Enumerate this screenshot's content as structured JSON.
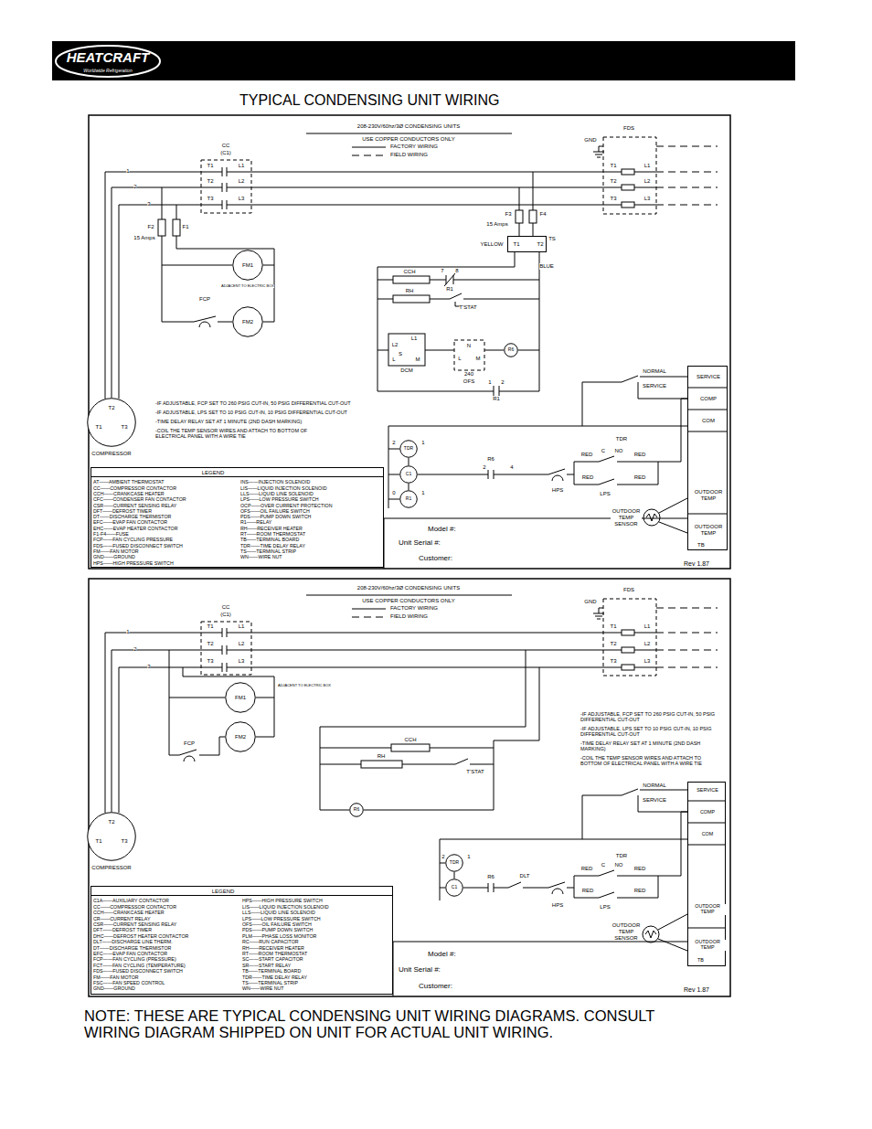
{
  "diagram": {
    "title": "TYPICAL CONDENSING UNIT WIRING",
    "caption": "NOTE: THESE ARE TYPICAL CONDENSING UNIT WIRING DIAGRAMS. CONSULT WIRING DIAGRAM SHIPPED ON UNIT FOR ACTUAL UNIT WIRING.",
    "nodes": [
      {
        "text": [
          "FM1"
        ]
      },
      {
        "text": [
          "FM2"
        ]
      },
      {
        "text": [
          "T1",
          "T2"
        ]
      },
      {
        "text": [
          "R6"
        ]
      },
      {
        "text": [
          "T2",
          "T1",
          "T3"
        ]
      },
      {
        "text": [
          "TDR"
        ]
      },
      {
        "text": [
          "C1"
        ]
      },
      {
        "text": [
          "R1"
        ]
      },
      {
        "text": [
          "SERVICE",
          "COMP",
          "COM",
          "OUTDOOR TEMP",
          "OUTDOOR TEMP",
          "TB"
        ]
      },
      {
        "text": [
          "LEGEND",
          "AT——AMBIENT THERMOSTAT",
          "CC——COMPRESSOR CONTACTOR",
          "CCH——CRANKCASE HEATER",
          "CFC——CONDENSER FAN CONTACTOR",
          "CSR——CURRENT SENSING RELAY",
          "DFT——DEFROST TIMER",
          "DT——DISCHARGE THERMISTOR",
          "EFC——EVAP FAN CONTACTOR",
          "EHC——EVAP HEATER CONTACTOR",
          "F1-F4——FUSE",
          "FCP——FAN CYCLING PRESSURE",
          "FDS——FUSED DISCONNECT SWITCH",
          "FM——FAN MOTOR",
          "GND——GROUND",
          "HPS——HIGH PRESSURE SWITCH",
          "INS——INJECTION SOLENOID",
          "LIS——LIQUID INJECTION SOLENOID",
          "LLS——LIQUID LINE SOLENOID",
          "LPS——LOW PRESSURE SWITCH",
          "OCP——OVER CURRENT PROTECTION",
          "OFS——OIL FAILURE SWITCH",
          "PDS——PUMP DOWN SWITCH",
          "R1——RELAY",
          "RH——RECEIVER HEATER",
          "RT——ROOM THERMOSTAT",
          "TB——TERMINAL BOARD",
          "TDR——TIME DELAY RELAY",
          "TS——TERMINAL STRIP",
          "WN——WIRE NUT"
        ]
      },
      {
        "text": [
          "FM1"
        ]
      },
      {
        "text": [
          "FM2"
        ]
      },
      {
        "text": [
          "R6"
        ]
      },
      {
        "text": [
          "T2",
          "T1",
          "T3"
        ]
      },
      {
        "text": [
          "TDR"
        ]
      },
      {
        "text": [
          "C1"
        ]
      },
      {
        "text": [
          "SERVICE",
          "COMP",
          "COM",
          "OUTDOOR TEMP",
          "OUTDOOR TEMP",
          "TB"
        ]
      },
      {
        "text": [
          "LEGEND",
          "C1A——AUXILIARY CONTACTOR",
          "CC——COMPRESSOR CONTACTOR",
          "CCH——CRANKCASE HEATER",
          "CR——CURRENT RELAY",
          "CSR——CURRENT SENSING RELAY",
          "DFT——DEFROST TIMER",
          "DHC——DEFROST HEATER CONTACTOR",
          "DLT——DISCHARGE LINE THERM.",
          "DT——DISCHARGE THERMISTOR",
          "EFC——EVAP FAN CONTACTOR",
          "FCP——FAN CYCLING (PRESSURE)",
          "FCT——FAN CYCLING (TEMPERATURE)",
          "FDS——FUSED DISCONNECT SWITCH",
          "FM——FAN MOTOR",
          "FSC——FAN SPEED CONTROL",
          "GND——GROUND",
          "HPS——HIGH PRESSURE SWITCH",
          "LIS——LIQUID INJECTION SOLENOID",
          "LLS——LIQUID LINE SOLENOID",
          "LPS——LOW PRESSURE SWITCH",
          "OFS——OIL FAILURE SWITCH",
          "PDS——PUMP DOWN SWITCH",
          "PLM——PHASE LOSS MONITOR",
          "RC——RUN CAPACITOR",
          "RH——RECEIVER HEATER",
          "RT——ROOM THERMOSTAT",
          "SC——START CAPACITOR",
          "SR——START RELAY",
          "TB——TERMINAL BOARD",
          "TDR——TIME DELAY RELAY",
          "TS——TERMINAL STRIP",
          "WN——WIRE NUT"
        ]
      }
    ],
    "edges": [
      {
        "from": 5,
        "to": 6,
        "arrow": "none"
      },
      {
        "from": 6,
        "to": 7,
        "arrow": "none"
      },
      {
        "from": 14,
        "to": 15,
        "arrow": "none"
      }
    ],
    "labels": [
      "HEATCRAFT",
      "Worldwide Refrigeration",
      "208-230V/60hz/3Ø CONDENSING UNITS",
      "USE COPPER CONDUCTORS ONLY",
      "FACTORY WIRING",
      "FIELD WIRING",
      "FDS",
      "GND",
      "T1",
      "L1",
      "T2",
      "L2",
      "T3",
      "L3",
      "CC",
      "(C1)",
      "T1",
      "L1",
      "T2",
      "L2",
      "T3",
      "L3",
      "1",
      "2",
      "3",
      "F2",
      "15 Amps",
      "F1",
      "F3",
      "15 Amps",
      "F4",
      "YELLOW",
      "TS",
      "BLUE",
      "ADJACENT TO ELECTRIC BOX",
      "FCP",
      "CCH",
      "7",
      "8",
      "R1",
      "RH",
      "T'STAT",
      "L1",
      "L2",
      "S",
      "L",
      "M",
      "DCM",
      "N",
      "L",
      "M",
      "240",
      "OFS",
      "1",
      "2",
      "R1",
      "NORMAL",
      "SERVICE",
      "-IF ADJUSTABLE, FCP SET TO 260 PSIG CUT-IN, 50 PSIG DIFFERENTIAL CUT-OUT",
      "-IF ADJUSTABLE, LPS SET TO 10 PSIG CUT-IN, 10 PSIG DIFFERENTIAL CUT-OUT",
      "-TIME DELAY RELAY SET AT 1 MINUTE (2ND DASH MARKING)",
      "-COIL THE TEMP SENSOR WIRES AND ATTACH TO BOTTOM OF ELECTRICAL PANEL WITH A WIRE TIE",
      "COMPRESSOR",
      "2",
      "1",
      "0",
      "1",
      "R6",
      "2",
      "4",
      "HPS",
      "TDR",
      "C",
      "NO",
      "RED",
      "RED",
      "RED",
      "RED",
      "LPS",
      "OUTDOOR TEMP SENSOR",
      "Model #:",
      "Unit Serial #:",
      "Customer:",
      "Rev 1.87",
      "208-230V/60hz/3Ø CONDENSING UNITS",
      "USE COPPER CONDUCTORS ONLY",
      "FACTORY WIRING",
      "FIELD WIRING",
      "FDS",
      "GND",
      "T1",
      "L1",
      "T2",
      "L2",
      "T3",
      "L3",
      "CC",
      "(C1)",
      "T1",
      "L1",
      "T2",
      "L2",
      "T3",
      "L3",
      "1",
      "2",
      "3",
      "ADJACENT TO ELECTRIC BOX",
      "FCP",
      "CCH",
      "RH",
      "T'STAT",
      "-IF ADJUSTABLE, FCP SET TO 260 PSIG CUT-IN, 50 PSIG DIFFERENTIAL CUT-OUT",
      "-IF ADJUSTABLE, LPS SET TO 10 PSIG CUT-IN, 10 PSIG DIFFERENTIAL CUT-OUT",
      "-TIME DELAY RELAY SET AT 1 MINUTE (2ND DASH MARKING)",
      "-COIL THE TEMP SENSOR WIRES AND ATTACH TO BOTTOM OF ELECTRICAL PANEL WITH A WIRE TIE",
      "NORMAL",
      "SERVICE",
      "COMPRESSOR",
      "2",
      "1",
      "R6",
      "DLT",
      "HPS",
      "TDR",
      "C",
      "NO",
      "RED",
      "RED",
      "RED",
      "RED",
      "LPS",
      "OUTDOOR TEMP SENSOR",
      "Model #:",
      "Unit Serial #:",
      "Customer:",
      "Rev 1.87"
    ]
  }
}
